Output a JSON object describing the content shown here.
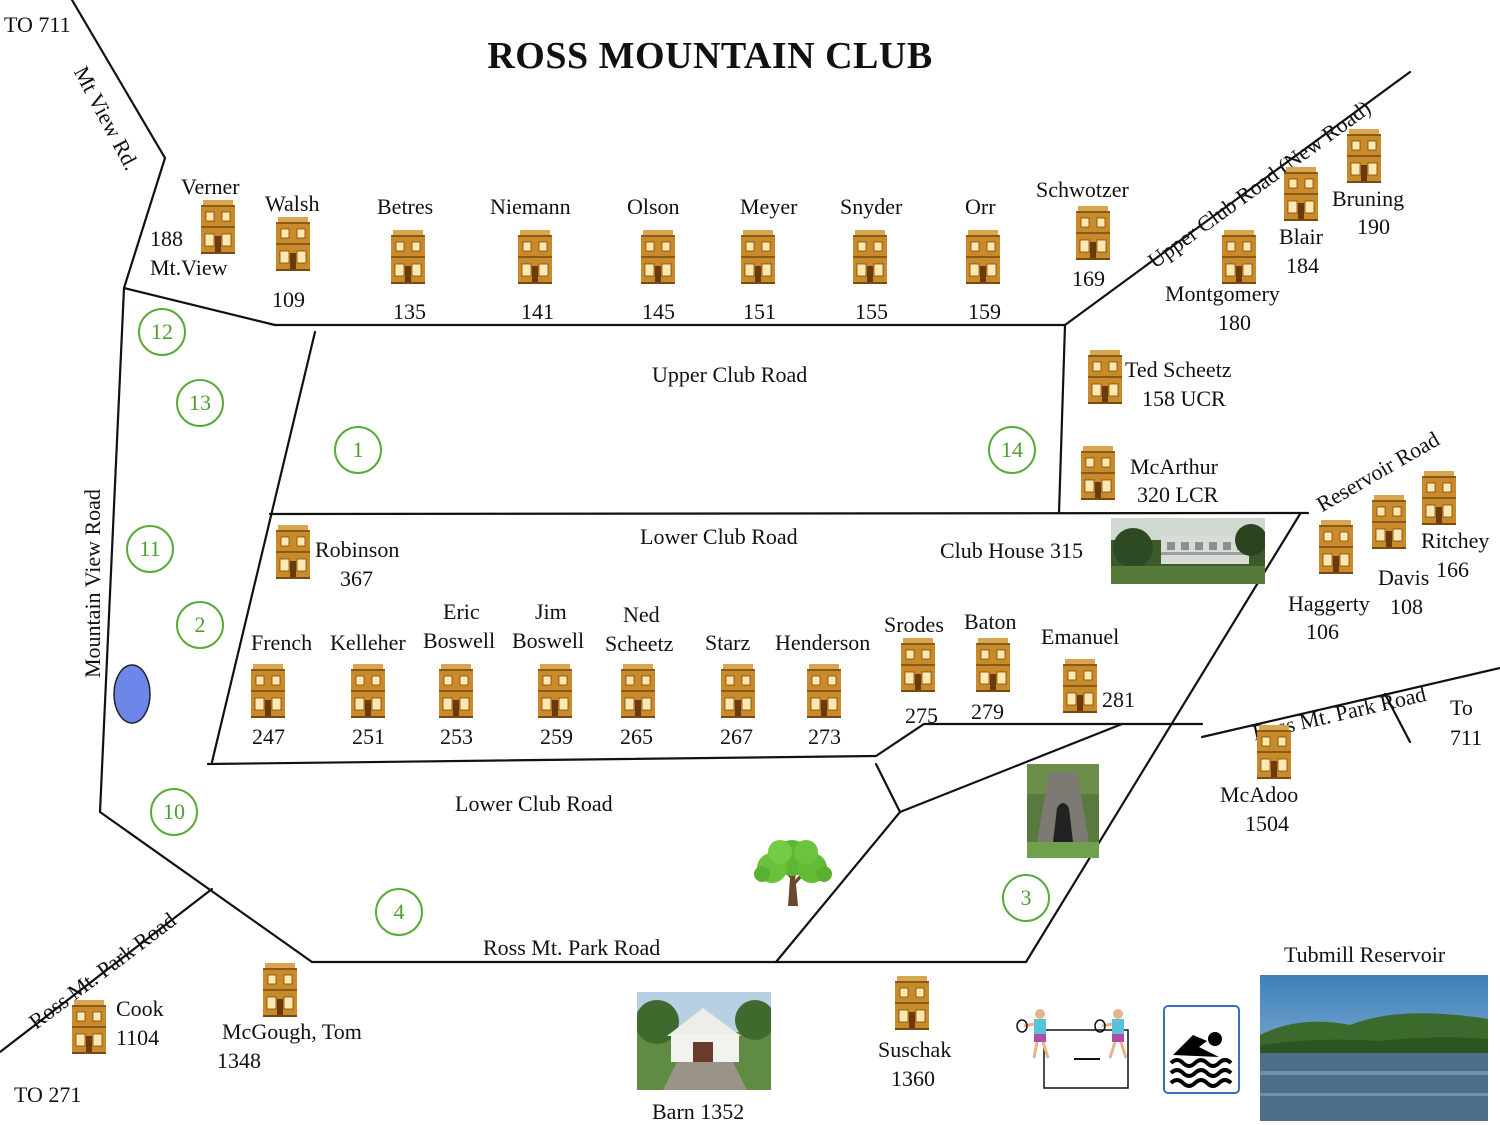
{
  "title": "ROSS MOUNTAIN CLUB",
  "road_labels": {
    "to_711_top": "TO 711",
    "mt_view_rd": "Mt View Rd.",
    "upper_club_road_new": "Upper Club Road (New Road)",
    "upper_club_road": "Upper Club Road",
    "lower_club_road_top": "Lower Club Road",
    "lower_club_road_bottom": "Lower Club Road",
    "reservoir_road": "Reservoir Road",
    "mountain_view_road": "Mountain View Road",
    "ross_mt_park_road_bottom": "Ross Mt. Park Road",
    "ross_mt_park_road_left": "Ross Mt. Park Road",
    "ross_mt_park_road_right": "Ross Mt. Park Road",
    "to_711_right_1": "To",
    "to_711_right_2": "711",
    "to_271": "TO 271"
  },
  "residents": {
    "verner": "Verner",
    "verner_no": "188",
    "verner_street": "Mt.View",
    "walsh": "Walsh",
    "walsh_no": "109",
    "betres": "Betres",
    "betres_no": "135",
    "niemann": "Niemann",
    "niemann_no": "141",
    "olson": "Olson",
    "olson_no": "145",
    "meyer": "Meyer",
    "meyer_no": "151",
    "snyder": "Snyder",
    "snyder_no": "155",
    "orr": "Orr",
    "orr_no": "159",
    "schwotzer": "Schwotzer",
    "schwotzer_no": "169",
    "blair": "Blair",
    "blair_no": "184",
    "bruning": "Bruning",
    "bruning_no": "190",
    "montgomery": "Montgomery",
    "montgomery_no": "180",
    "ted_scheetz": "Ted Scheetz",
    "ted_scheetz_no": "158 UCR",
    "mcarthur": "McArthur",
    "mcarthur_no": "320 LCR",
    "robinson": "Robinson",
    "robinson_no": "367",
    "club_house": "Club House 315",
    "ritchey": "Ritchey",
    "davis": "Davis",
    "davis_no": "108",
    "ritchey_no": "166",
    "haggerty": "Haggerty",
    "haggerty_no": "106",
    "french": "French",
    "french_no": "247",
    "kelleher": "Kelleher",
    "kelleher_no": "251",
    "eric": "Eric",
    "boswell_a": "Boswell",
    "eric_boswell_no": "253",
    "jim": "Jim",
    "boswell_b": "Boswell",
    "jim_boswell_no": "259",
    "ned": "Ned",
    "scheetz": "Scheetz",
    "ned_scheetz_no": "265",
    "starz": "Starz",
    "starz_no": "267",
    "henderson": "Henderson",
    "henderson_no": "273",
    "srodes": "Srodes",
    "srodes_no": "275",
    "baton": "Baton",
    "baton_no": "279",
    "emanuel": "Emanuel",
    "emanuel_no": "281",
    "mcadoo": "McAdoo",
    "mcadoo_no": "1504",
    "cook": "Cook",
    "cook_no": "1104",
    "mcgough": "McGough, Tom",
    "mcgough_no": "1348",
    "suschak": "Suschak",
    "suschak_no": "1360"
  },
  "places": {
    "barn": "Barn 1352",
    "tubmill": "Tubmill Reservoir"
  },
  "markers": [
    "1",
    "2",
    "3",
    "4",
    "10",
    "11",
    "12",
    "13",
    "14"
  ],
  "colors": {
    "road": "#111111",
    "marker": "#5aaa3a",
    "house": "#c98a2a",
    "pond": "#6c86ea",
    "water": "#4d6f8a"
  },
  "icons": [
    "house-icon",
    "tree-icon",
    "tennis-icon",
    "swimming-icon",
    "pond-icon"
  ]
}
